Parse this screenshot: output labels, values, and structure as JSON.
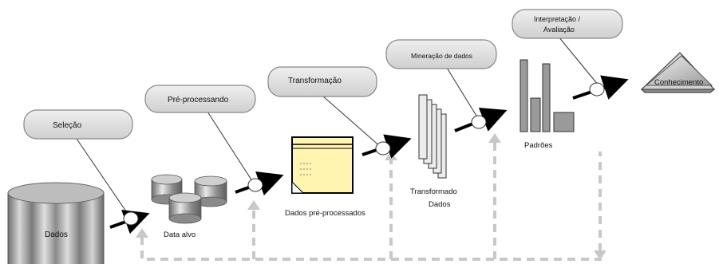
{
  "stages": {
    "selecao": "Seleção",
    "preprocessando": "Pré-processando",
    "transformacao": "Transformação",
    "mineracao": "Mineração de dados",
    "interpretacao_line1": "Interpretação /",
    "interpretacao_line2": "Avaliação"
  },
  "artifacts": {
    "dados": "Dados",
    "data_alvo": "Data alvo",
    "dados_preprocessados": "Dados pré-processados",
    "transformado_line1": "Transformado",
    "transformado_line2": "Dados",
    "padroes": "Padrões",
    "conhecimento": "Conhecimento"
  },
  "colors": {
    "bubble_fill": "#dcdcdc",
    "bubble_stroke": "#888888",
    "arrow": "#000000",
    "feedback": "#c8c8c8",
    "note_fill": "#fff5b0",
    "bar_fill": "#9a9a9a"
  }
}
